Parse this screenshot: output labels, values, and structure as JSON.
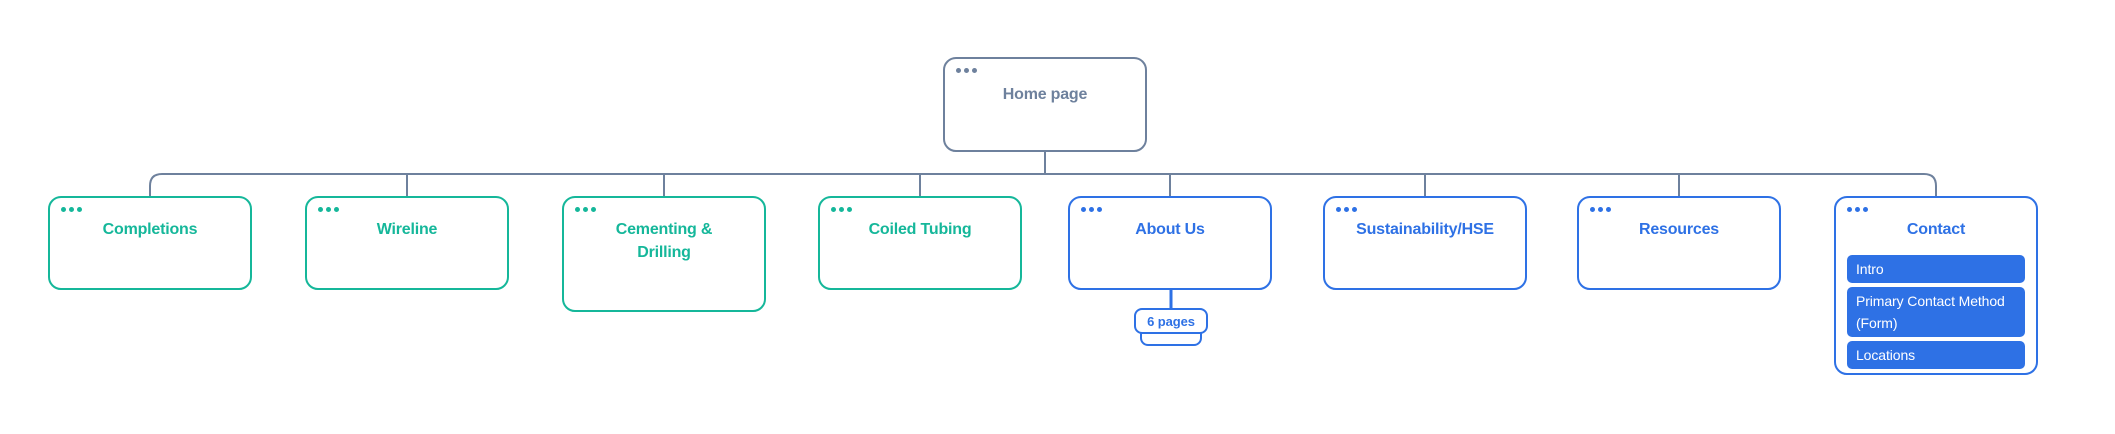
{
  "diagram": {
    "type": "sitemap-tree",
    "root": {
      "label": "Home page"
    },
    "children": [
      {
        "label": "Completions",
        "color": "teal"
      },
      {
        "label": "Wireline",
        "color": "teal"
      },
      {
        "label": "Cementing & Drilling",
        "color": "teal"
      },
      {
        "label": "Coiled Tubing",
        "color": "teal"
      },
      {
        "label": "About Us",
        "color": "blue",
        "badge": "6 pages"
      },
      {
        "label": "Sustainability/HSE",
        "color": "blue"
      },
      {
        "label": "Resources",
        "color": "blue"
      },
      {
        "label": "Contact",
        "color": "blue",
        "sub_items": [
          "Intro",
          "Primary Contact Method (Form)",
          "Locations"
        ]
      }
    ],
    "colors": {
      "teal": "#15b79a",
      "blue": "#2e71e5",
      "slate": "#6e819d",
      "bar_text": "#ffffff",
      "background": "#ffffff"
    }
  }
}
